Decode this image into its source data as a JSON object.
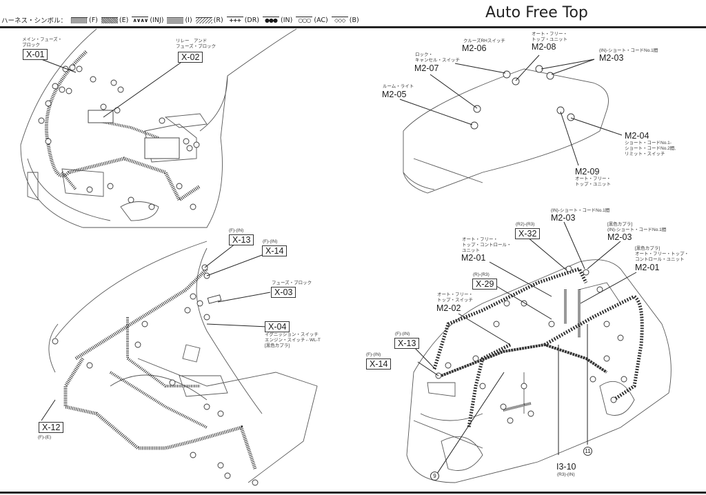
{
  "header": {
    "legend_title": "ハーネス・シンボル：",
    "legend_items": [
      {
        "symbol": "fine-vertical-hatch",
        "glyph": "",
        "label": "(F)"
      },
      {
        "symbol": "dense-diagonal-hatch",
        "glyph": "",
        "label": "(E)"
      },
      {
        "symbol": "zigzag",
        "glyph": "∧∨∧∨",
        "label": "(INJ)"
      },
      {
        "symbol": "horizontal-hatch",
        "glyph": "",
        "label": "(I)"
      },
      {
        "symbol": "diagonal-hatch",
        "glyph": "",
        "label": "(R)"
      },
      {
        "symbol": "plus-marks",
        "glyph": "+++",
        "label": "(DR)"
      },
      {
        "symbol": "filled-dots",
        "glyph": "●●●",
        "label": "(IN)"
      },
      {
        "symbol": "open-circles",
        "glyph": "○○○",
        "label": "(AC)"
      },
      {
        "symbol": "open-diamonds",
        "glyph": "◇◇◇",
        "label": "(B)"
      }
    ],
    "title": "Auto Free Top"
  },
  "engine_bay": {
    "callouts": [
      {
        "code": "X-01",
        "note": "メイン・フューズ・\nブロック"
      },
      {
        "code": "X-02",
        "note": "リレー　アンド\nフューズ・ブロック"
      }
    ]
  },
  "roof_panel": {
    "callouts": [
      {
        "code": "M2-06",
        "note": "クルーズRHスイッチ"
      },
      {
        "code": "M2-08",
        "note": "オート・フリー・\nトップ・ユニット"
      },
      {
        "code": "M2-03",
        "note": "(IN)-ショート・コードNo.1間"
      },
      {
        "code": "M2-07",
        "note": "ロック・\nキャンセル・スイッチ"
      },
      {
        "code": "M2-05",
        "note": "ルーム・ライト"
      },
      {
        "code": "M2-04",
        "note": "ショート・コードNo.1-\nショート・コードNo.2間,\nリミット・スイッチ"
      },
      {
        "code": "M2-09",
        "note": "オート・フリー・\nトップ・ユニット"
      }
    ]
  },
  "dashboard": {
    "callouts": [
      {
        "code": "X-13",
        "note": "(F)-(IN)"
      },
      {
        "code": "X-14",
        "note": "(F)-(IN)"
      },
      {
        "code": "X-03",
        "note": "フューズ・ブロック"
      },
      {
        "code": "X-04",
        "note": "イグニッション・スイッチ\nエンジン・スイッチ←WL-T\n[黒色カプラ]"
      },
      {
        "code": "X-12",
        "note": "(F)-(E)"
      }
    ]
  },
  "body_view": {
    "callouts": [
      {
        "code": "M2-03",
        "note": "(IN)-ショート・コードNo.1間"
      },
      {
        "code": "X-32",
        "note": "(R2)-(R3)"
      },
      {
        "code": "M2-03",
        "note": "[黒色カプラ]\n(IN)-ショート・コードNo.1間"
      },
      {
        "code": "M2-01",
        "note": "オート・フリー・\nトップ・コントロール・\nユニット"
      },
      {
        "code": "M2-01",
        "note": "[黒色カプラ]\nオート・フリー・トップ・\nコントロール・ユニット"
      },
      {
        "code": "X-29",
        "note": "(R)-(R3)"
      },
      {
        "code": "M2-02",
        "note": "オート・フリー・\nトップ・スイッチ"
      },
      {
        "code": "X-13",
        "note": "(F)-(IN)"
      },
      {
        "code": "X-14",
        "note": "(F)-(IN)"
      },
      {
        "code": "I3-10",
        "note": "(R3)-(IN)"
      }
    ],
    "ground_points": [
      "⑨",
      "⑪"
    ],
    "ground_labels": [
      "9",
      "11"
    ]
  }
}
